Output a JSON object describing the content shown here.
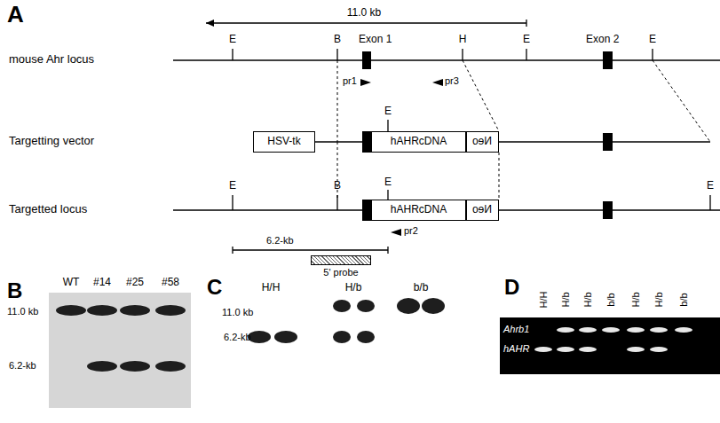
{
  "diagram": {
    "nodes": [
      {
        "text": [
          "HSV-tk"
        ]
      },
      {
        "text": [
          "hAHRcDNA"
        ]
      },
      {
        "text": [
          "Neo"
        ]
      },
      {
        "text": [
          "hAHRcDNA"
        ]
      },
      {
        "text": [
          "Neo"
        ]
      },
      {
        "text": [
          "5' probe"
        ]
      }
    ],
    "labels": [
      "A",
      "11.0 kb",
      "E",
      "B",
      "Exon 1",
      "H",
      "E",
      "Exon 2",
      "E",
      "mouse Ahr locus",
      "pr1",
      "pr3",
      "Targetting vector",
      "E",
      "Targetted locus",
      "E",
      "B",
      "E",
      "E",
      "6.2-kb",
      "pr2",
      "B",
      "WT",
      "#14",
      "#25",
      "#58",
      "11.0 kb",
      "6.2-kb",
      "C",
      "H/H",
      "H/b",
      "b/b",
      "11.0 kb",
      "6.2-kb",
      "D",
      "H/H",
      "H/b",
      "H/b",
      "b/b",
      "H/b",
      "H/b",
      "b/b",
      "Ahrb1",
      "hAHR"
    ]
  }
}
